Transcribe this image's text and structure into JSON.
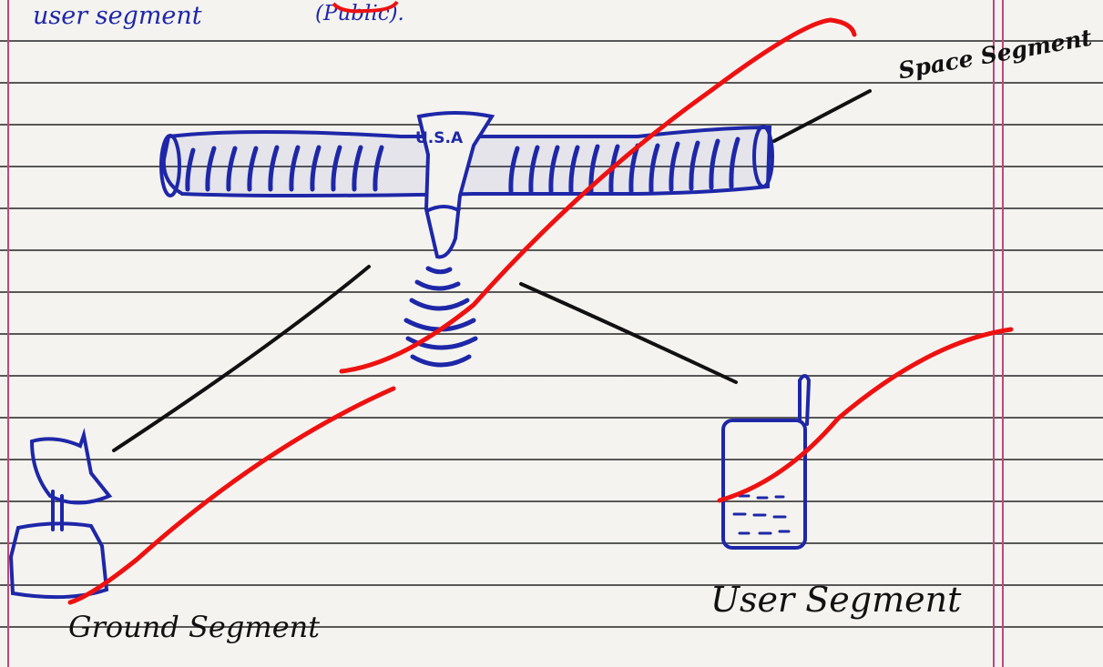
{
  "header": {
    "line_left": "user segment",
    "line_right": "(Public)."
  },
  "labels": {
    "space": "Space Segment",
    "ground": "Ground Segment",
    "user": "User Segment",
    "satellite_badge": "U.S.A"
  },
  "colors": {
    "pen_blue": "#1e27a8",
    "pen_black": "#111111",
    "correction_red": "#ee1111",
    "margin_pink": "#c0477a",
    "paper": "#f4f3ef"
  },
  "icons": {
    "satellite": "satellite-icon",
    "ground_station": "ground-station-dish-icon",
    "user_device": "mobile-phone-icon",
    "signal": "signal-waves-icon"
  }
}
